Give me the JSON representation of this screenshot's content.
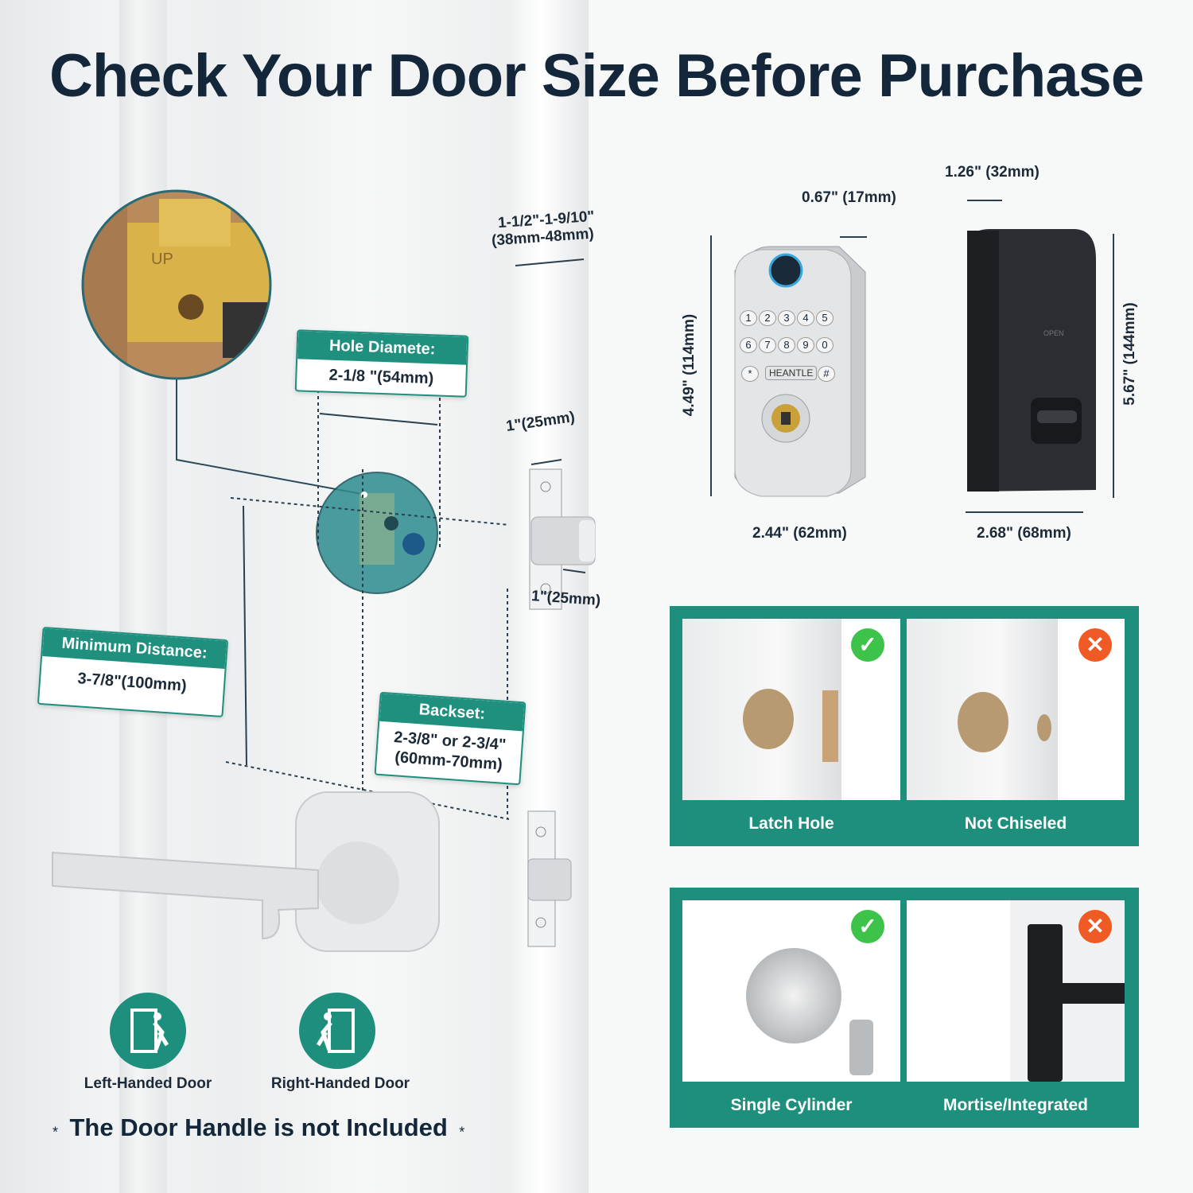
{
  "title": "Check Your Door Size Before Purchase",
  "door_dims": {
    "thickness_line1": "1-1/2\"-1-9/10\"",
    "thickness_line2": "(38mm-48mm)",
    "faceplate_width": "1\"(25mm)",
    "bolt_depth": "1\"(25mm)"
  },
  "labels": {
    "hole": {
      "head": "Hole Diamete:",
      "body": "2-1/8 \"(54mm)"
    },
    "min_distance": {
      "head": "Minimum Distance:",
      "body": "3-7/8\"(100mm)"
    },
    "backset": {
      "head": "Backset:",
      "body1": "2-3/8\" or 2-3/4\"",
      "body2": "(60mm-70mm)"
    }
  },
  "closeup": {
    "up_text": "UP"
  },
  "front_lock": {
    "depth": "0.67\" (17mm)",
    "height": "4.49\" (114mm)",
    "width": "2.44\" (62mm)",
    "brand": "HEANTLE",
    "keys": [
      "1",
      "2",
      "3",
      "4",
      "5",
      "6",
      "7",
      "8",
      "9",
      "0",
      "*",
      "#"
    ]
  },
  "back_lock": {
    "depth": "1.26\" (32mm)",
    "height": "5.67\" (144mm)",
    "width": "2.68\" (68mm)",
    "open_text": "OPEN"
  },
  "panel_top": {
    "left_caption": "Latch Hole",
    "right_caption": "Not Chiseled",
    "left_status": "check-icon",
    "right_status": "cross-icon"
  },
  "panel_bottom": {
    "left_caption": "Single Cylinder",
    "right_caption": "Mortise/Integrated",
    "left_status": "check-icon",
    "right_status": "cross-icon"
  },
  "handedness": {
    "left": "Left-Handed Door",
    "right": "Right-Handed Door"
  },
  "note": "The Door Handle is not Included",
  "note_marker": "*",
  "colors": {
    "teal": "#1f8f7d",
    "ok": "#3ec34a",
    "no": "#f05a24",
    "navy": "#13263a"
  }
}
